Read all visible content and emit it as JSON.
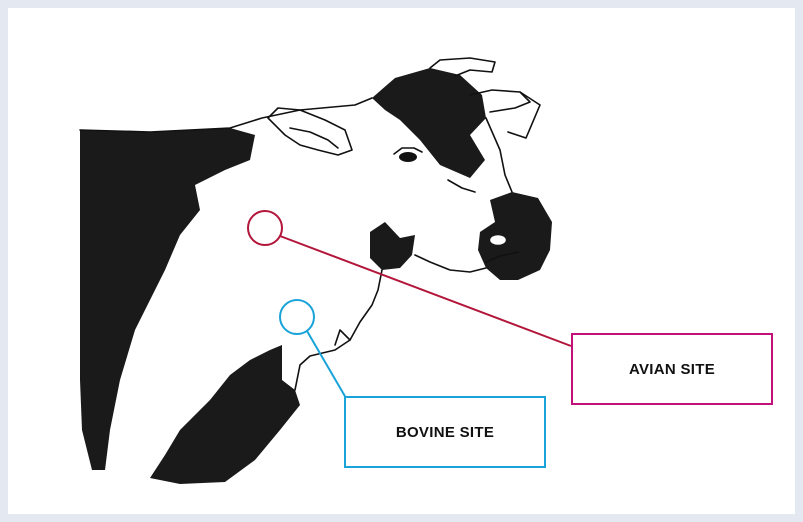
{
  "labels": {
    "avian": "AVIAN SITE",
    "bovine": "BOVINE SITE"
  },
  "colors": {
    "avian_marker": "#b3163b",
    "avian_box": "#c2127a",
    "bovine_marker": "#1aa3d8",
    "cow_fill": "#1a1a1a",
    "outline": "#111111"
  },
  "illustration": "cow-head-line-drawing"
}
